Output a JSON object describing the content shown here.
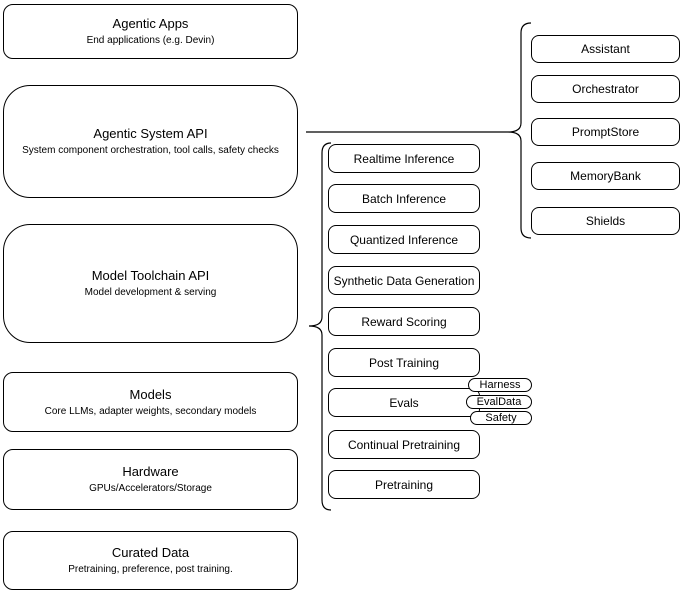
{
  "diagram": {
    "left_nodes": [
      {
        "title": "Agentic Apps",
        "subtitle": "End applications (e.g. Devin)"
      },
      {
        "title": "Agentic System API",
        "subtitle": "System component orchestration, tool calls, safety checks"
      },
      {
        "title": "Model Toolchain API",
        "subtitle": "Model development & serving"
      },
      {
        "title": "Models",
        "subtitle": "Core LLMs, adapter weights, secondary models"
      },
      {
        "title": "Hardware",
        "subtitle": "GPUs/Accelerators/Storage"
      },
      {
        "title": "Curated Data",
        "subtitle": "Pretraining, preference, post training."
      }
    ],
    "toolchain_nodes": [
      "Realtime Inference",
      "Batch Inference",
      "Quantized Inference",
      "Synthetic Data Generation",
      "Reward Scoring",
      "Post Training",
      "Evals",
      "Continual Pretraining",
      "Pretraining"
    ],
    "eval_tags": [
      "Harness",
      "EvalData",
      "Safety"
    ],
    "system_components": [
      "Assistant",
      "Orchestrator",
      "PromptStore",
      "MemoryBank",
      "Shields"
    ],
    "colors": {
      "stroke": "#000000",
      "fill": "#ffffff",
      "text": "#000000"
    }
  }
}
